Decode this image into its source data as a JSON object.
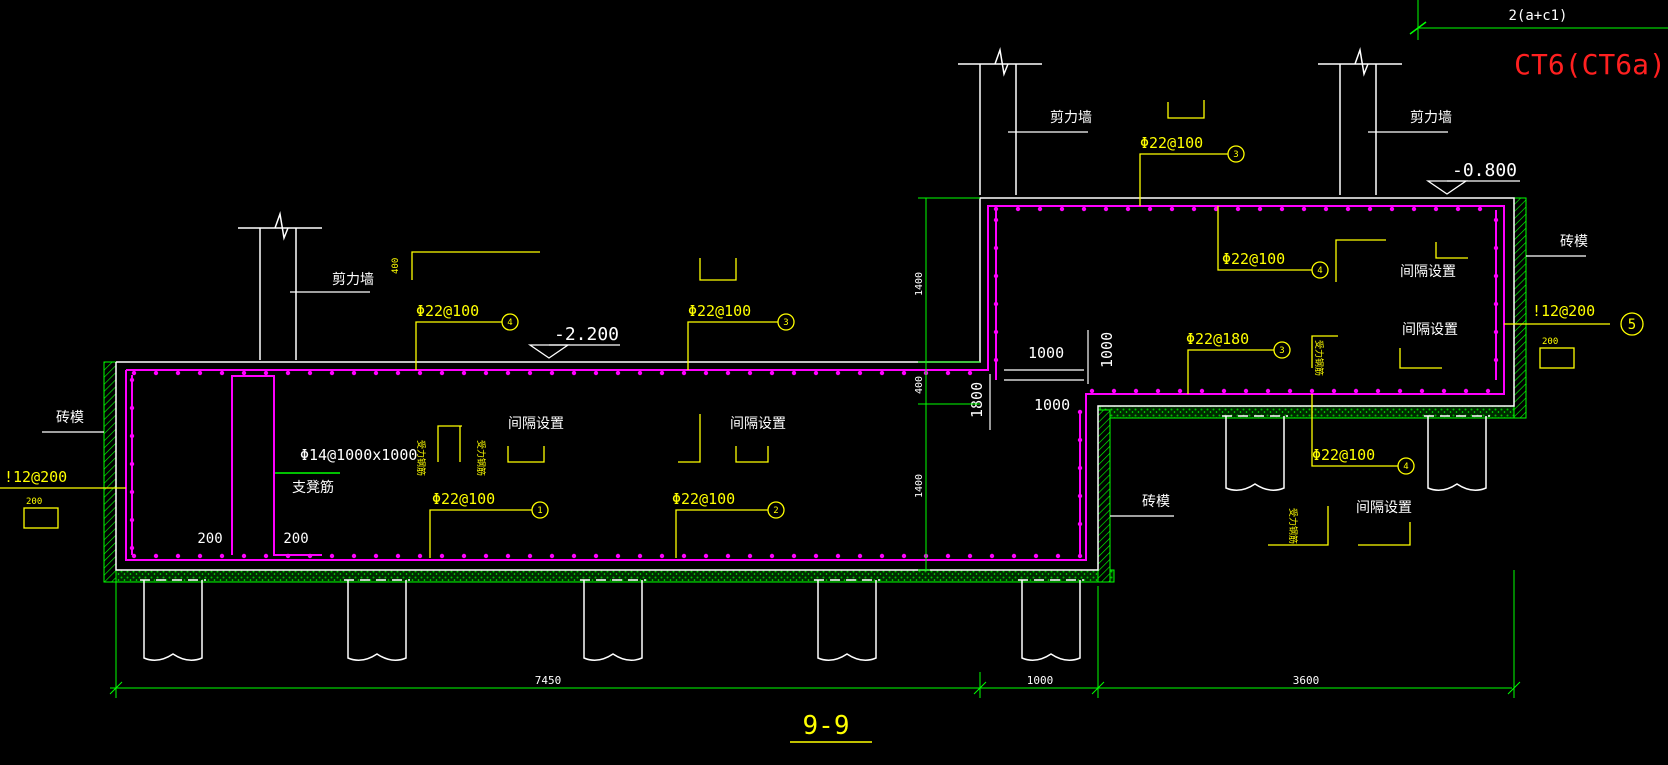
{
  "colors": {
    "background": "#000000",
    "wall": "#ffffff",
    "rebar": "#ff00ff",
    "annotation": "#ffff00",
    "dimension": "#00ff00",
    "title_red": "#ff2020",
    "gravel": "#00aa00"
  },
  "header": {
    "dim_top_right": "2(a+c1)",
    "drawing_code": "CT6(CT6a)"
  },
  "labels": {
    "shear_wall": "剪力墙",
    "brick_mould": "砖模",
    "spacing_setting": "间隔设置",
    "support_bar": "支凳筋",
    "side_bar": "受力钢筋"
  },
  "elevations": {
    "left_level": "-2.200",
    "right_level": "-0.800"
  },
  "rebar_callouts": {
    "r1": "Φ22@100",
    "r2": "Φ22@100",
    "r3": "Φ22@100",
    "r4": "Φ22@100",
    "r5": "Φ22@100",
    "r6": "Φ22@180",
    "r7": "Φ22@100",
    "r8": "Φ22@100",
    "support": "Φ14@1000x1000",
    "side_left": "!12@200",
    "side_right": "!12@200"
  },
  "markers": {
    "m1": "1",
    "m2": "2",
    "m3": "3",
    "m4": "4",
    "m5": "5"
  },
  "dims": {
    "d200a": "200",
    "d200b": "200",
    "d200c": "200",
    "d200d": "200",
    "d400": "400",
    "d1000a": "1000",
    "d1000b": "1000",
    "d1000c": "1000",
    "d1800": "1800",
    "d1400a": "1400",
    "d1400b": "1400",
    "d400v": "400",
    "bottom_7450": "7450",
    "bottom_1000": "1000",
    "bottom_3600": "3600"
  },
  "section_title": "9-9"
}
